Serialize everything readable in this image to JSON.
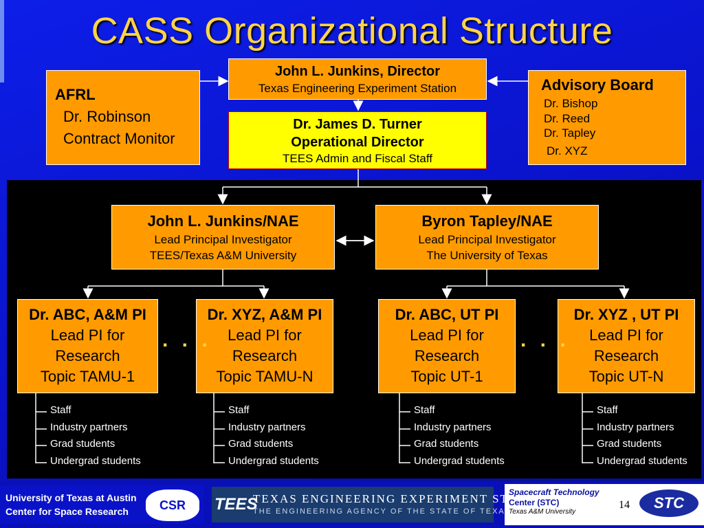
{
  "title": "CASS Organizational Structure",
  "afrl": {
    "heading": "AFRL",
    "lines": [
      "Dr. Robinson",
      "Contract Monitor"
    ]
  },
  "director": {
    "name": "John L. Junkins, Director",
    "org": "Texas Engineering Experiment Station"
  },
  "advisory": {
    "heading": "Advisory Board",
    "members": [
      "Dr. Bishop",
      "Dr. Reed",
      "Dr. Tapley",
      "Dr. XYZ"
    ]
  },
  "ops": {
    "name": "Dr. James D. Turner",
    "role": "Operational Director",
    "staff": "TEES Admin and Fiscal Staff"
  },
  "lead_pis": [
    {
      "name": "John L. Junkins/NAE",
      "role": "Lead Principal Investigator",
      "org": "TEES/Texas A&M University"
    },
    {
      "name": "Byron Tapley/NAE",
      "role": "Lead Principal Investigator",
      "org": "The University of Texas"
    }
  ],
  "topic_pis": [
    {
      "name": "Dr. ABC, A&M PI",
      "lines": [
        "Lead PI for",
        "Research",
        "Topic TAMU-1"
      ]
    },
    {
      "name": "Dr. XYZ, A&M PI",
      "lines": [
        "Lead PI for",
        "Research",
        "Topic TAMU-N"
      ]
    },
    {
      "name": "Dr. ABC, UT PI",
      "lines": [
        "Lead PI for",
        "Research",
        "Topic UT-1"
      ]
    },
    {
      "name": "Dr. XYZ , UT PI",
      "lines": [
        "Lead PI for",
        "Research",
        "Topic UT-N"
      ]
    }
  ],
  "ellipsis": ". . .",
  "team": [
    "Staff",
    "Industry partners",
    "Grad students",
    "Undergrad students"
  ],
  "footer": {
    "csr_line1": "University of Texas at Austin",
    "csr_line2": "Center for Space Research",
    "csr_logo": "CSR",
    "tees_logo": "TEES",
    "tees_line1": "TEXAS ENGINEERING EXPERIMENT STATION",
    "tees_line2": "THE ENGINEERING AGENCY OF THE STATE OF TEXAS",
    "stc_line1": "Spacecraft Technology",
    "stc_line2": "Center (STC)",
    "stc_line3": "Texas A&M University",
    "stc_logo": "STC",
    "page_number": "14"
  }
}
